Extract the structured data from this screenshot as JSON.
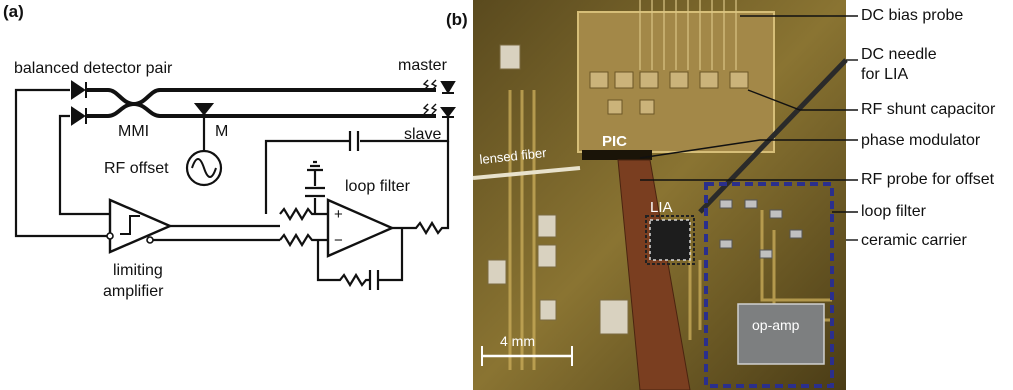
{
  "panel_a": {
    "label": "(a)",
    "balanced_detector_pair": "balanced detector pair",
    "mmi": "MMI",
    "m": "M",
    "rf_offset": "RF offset",
    "loop_filter": "loop filter",
    "limiting_amplifier_1": "limiting",
    "limiting_amplifier_2": "amplifier",
    "master": "master",
    "slave": "slave",
    "plus": "+",
    "minus": "−"
  },
  "panel_b": {
    "label": "(b)",
    "pic": "PIC",
    "lia": "LIA",
    "lensed_fiber": "lensed fiber",
    "op_amp": "op-amp",
    "scale": "4 mm",
    "annotations": {
      "dc_bias_probe": "DC bias probe",
      "dc_needle_1": "DC needle",
      "dc_needle_2": "for LIA",
      "rf_shunt_capacitor": "RF shunt capacitor",
      "phase_modulator": "phase modulator",
      "rf_probe_offset": "RF probe for offset",
      "loop_filter": "loop filter",
      "ceramic_carrier": "ceramic carrier"
    }
  }
}
